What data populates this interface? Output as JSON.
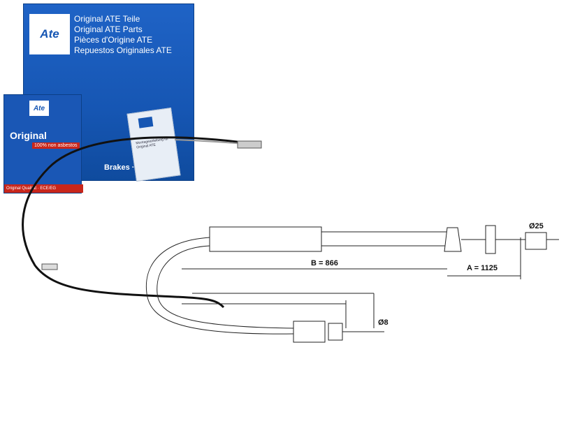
{
  "package": {
    "brand": "Ate",
    "titles": [
      "Original ATE Teile",
      "Original ATE Parts",
      "Pièces d'Origine ATE",
      "Repuestos Originales ATE"
    ],
    "brakes_text": "Brakes · Frei",
    "small_box": {
      "brand": "Ate",
      "title": "Original",
      "badge": "100% non asbestos",
      "quality": "Original Qualität · ECE/EG"
    },
    "leaflet_text": "Montageanleitung für Original ATE"
  },
  "dimensions": {
    "b_label": "B = 866",
    "a_label": "A = 1125",
    "d25_label": "Ø25",
    "d8_label": "Ø8"
  },
  "colors": {
    "box_blue": "#1656b3",
    "cable": "#111111"
  }
}
